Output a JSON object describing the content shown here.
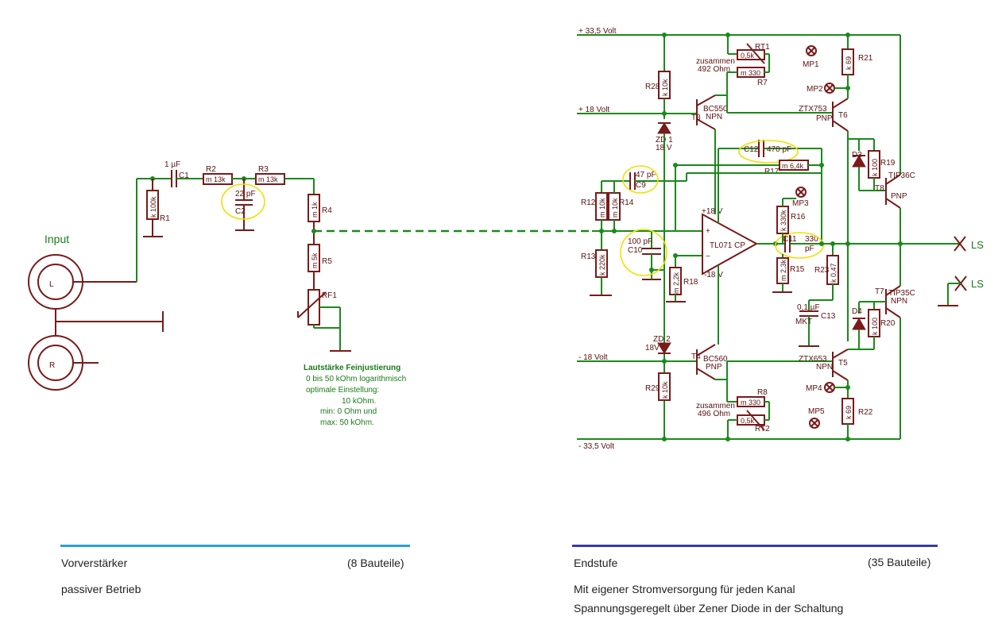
{
  "input": {
    "title": "Input",
    "left": "L",
    "right": "R"
  },
  "rails": {
    "pos33": "+ 33,5 Volt",
    "pos18": "+ 18 Volt",
    "neg18": "- 18 Volt",
    "neg33": "- 33,5 Volt"
  },
  "pre": {
    "c1_val": "1 µF",
    "c1": "C1",
    "r1": "R1",
    "r1_val": "k 100k",
    "r2": "R2",
    "r2_val": "m 13k",
    "r3": "R3",
    "r3_val": "m 13k",
    "c2_val": "22 pF",
    "c2": "C2",
    "r4": "R4",
    "r4_val": "m 1k",
    "r5": "R5",
    "r5_val": "m 5k",
    "rf1": "RF1"
  },
  "note": {
    "title": "Lautstärke Feinjustierung",
    "l1": "0 bis 50 kOhm logarithmisch",
    "l2": "optimale Einstellung:",
    "l3": "10 kOhm.",
    "l4": "min:  0 Ohm und",
    "l5": "max: 50 kOhm."
  },
  "amp": {
    "rt1": "RT1",
    "rt1_val": "0,5k",
    "r7": "R7",
    "r7_val": "m 330",
    "zus1": "zusammen",
    "zus1_val": "492 Ohm",
    "mp1": "MP1",
    "mp2": "MP2",
    "mp3": "MP3",
    "mp4": "MP4",
    "mp5": "MP5",
    "r21": "R21",
    "r21_val": "k 69",
    "r28": "R28",
    "r28_val": "k 10k",
    "t3": "T3",
    "t3_type": "BC550",
    "t3_pol": "NPN",
    "t6_type": "ZTX753",
    "t6_pol": "PNP",
    "t6": "T6",
    "zd1": "ZD 1",
    "zd1_val": "18 V",
    "c12": "C12",
    "c12_val": "470 pF",
    "r17": "R17",
    "r17_val": "m 6,4k",
    "d3": "D3",
    "r19": "R19",
    "r19_val": "k 100",
    "t8": "T8",
    "t8_type": "TIP36C",
    "t8_pol": "PNP",
    "c9_val": "47 pF",
    "c9": "C9",
    "r12": "R12",
    "r12_val": "m 10k",
    "r14": "R14",
    "r14_val": "m 10k",
    "r16": "R16",
    "r16_val": "k 330k",
    "op_pos": "+18 V",
    "op_neg": "-18 V",
    "op_name": "TL071 CP",
    "op_plus": "+",
    "op_minus": "−",
    "c11": "C11",
    "c11_val": "330",
    "c11_unit": "pF",
    "ls": "LS",
    "r13": "R13",
    "r13_val": "k 220k",
    "c10_val": "100 pF",
    "c10": "C10",
    "r18": "R18",
    "r18_val": "m 2,2k",
    "r15": "R15",
    "r15_val": "m 2,3k",
    "r23": "R23",
    "r23_val": "k 0,47",
    "c13_val": "0,1 µF",
    "c13_type": "MKT",
    "c13": "C13",
    "t7": "T7",
    "t7_type": "TIP35C",
    "t7_pol": "NPN",
    "d4": "D4",
    "r20": "R20",
    "r20_val": "k 100",
    "zd2": "ZD 2",
    "zd2_val": "18V",
    "t4": "T4",
    "t4_type": "BC560",
    "t4_pol": "PNP",
    "t5_type": "ZTX653",
    "t5_pol": "NPN",
    "t5": "T5",
    "r29": "R29",
    "r29_val": "k 10k",
    "r8": "R8",
    "r8_val": "m 330",
    "rt2": "RT2",
    "rt2_val": "0,5k",
    "zus2": "zusammen",
    "zus2_val": "496 Ohm",
    "r22": "R22",
    "r22_val": "k 69"
  },
  "footer": {
    "left_title": "Vorverstärker",
    "left_count": "(8 Bauteile)",
    "left_desc": "passiver Betrieb",
    "right_title": "Endstufe",
    "right_count": "(35 Bauteile)",
    "right_desc1": "Mit eigener Stromversorgung für jeden Kanal",
    "right_desc2": "Spannungsgeregelt über Zener Diode in der Schaltung",
    "left_line_color": "#2aa0d8",
    "right_line_color": "#3a3aa8"
  }
}
